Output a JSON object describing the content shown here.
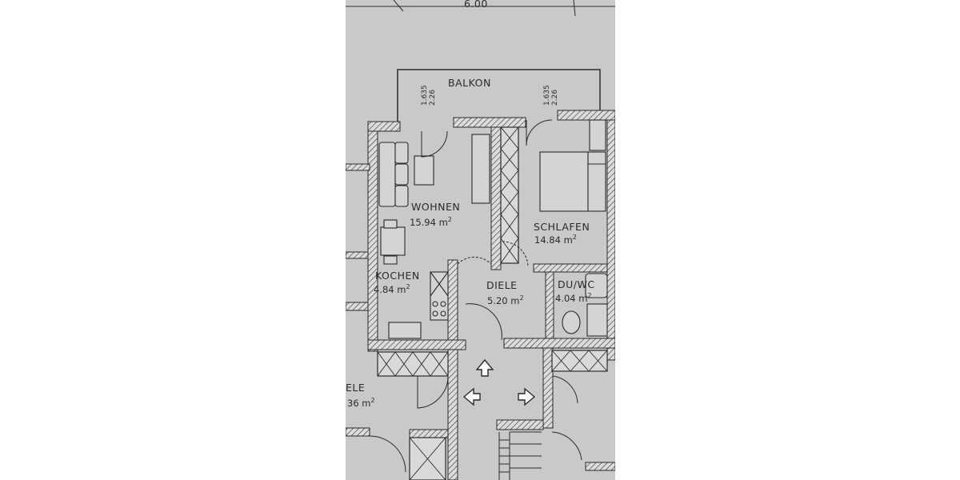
{
  "plan": {
    "top_dimension": "6.00",
    "rooms": {
      "balkon": {
        "name": "BALKON"
      },
      "wohnen": {
        "name": "WOHNEN",
        "area": "15.94 m",
        "unit_exp": "2"
      },
      "schlafen": {
        "name": "SCHLAFEN",
        "area": "14.84 m",
        "unit_exp": "2"
      },
      "kochen": {
        "name": "KOCHEN",
        "area": "4.84 m",
        "unit_exp": "2"
      },
      "diele": {
        "name": "DIELE",
        "area": "5.20 m",
        "unit_exp": "2"
      },
      "duwc": {
        "name": "DU/WC",
        "area": "4.04 m",
        "unit_exp": "2"
      },
      "diele_left": {
        "name": "ELE",
        "area": "36 m",
        "unit_exp": "2"
      }
    },
    "window_dims": {
      "left": {
        "top": "1.635",
        "bottom": "2.26"
      },
      "right": {
        "top": "1.635",
        "bottom": "2.26"
      }
    },
    "colors": {
      "paper": "#c8c9c8",
      "ink": "#2a2a2a",
      "wall_fill": "#d9d9d9"
    }
  }
}
